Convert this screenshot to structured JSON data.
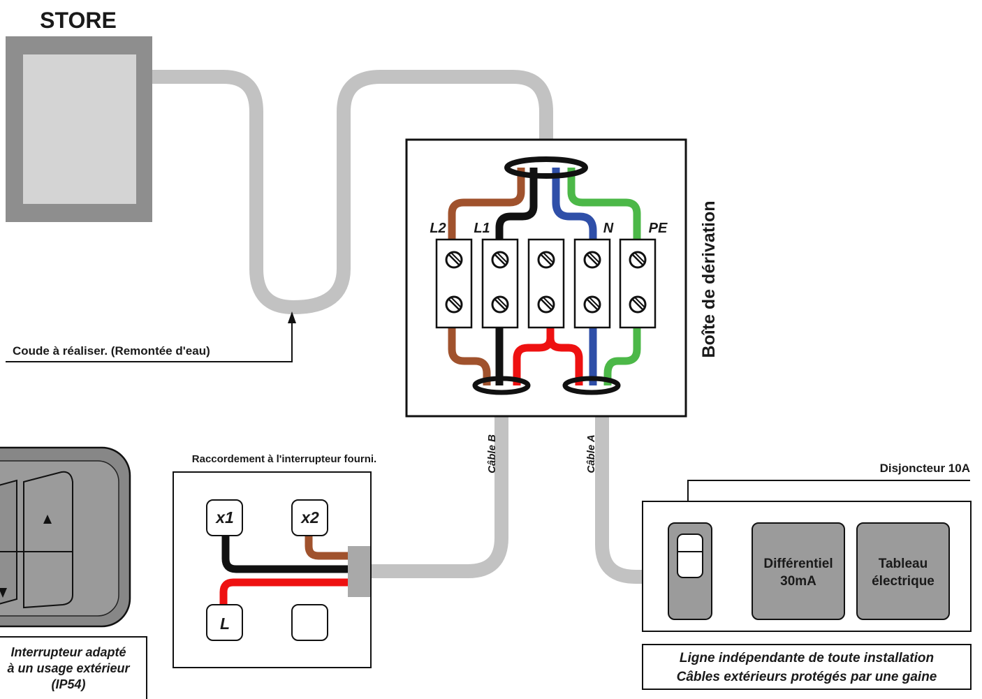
{
  "store": {
    "title": "STORE"
  },
  "elbow_note": "Coude à réaliser. (Remontée d'eau)",
  "junction_box": {
    "title": "Boîte de dérivation",
    "terminals": [
      "L2",
      "L1",
      "N",
      "PE"
    ]
  },
  "cables": {
    "b": "Câble B",
    "a": "Câble A"
  },
  "switch_wiring": {
    "title": "Raccordement à l'interrupteur fourni.",
    "terminals": [
      "x1",
      "x2",
      "L"
    ]
  },
  "switch_device": {
    "caption_line1": "Interrupteur adapté",
    "caption_line2": "à un usage extérieur",
    "caption_line3": "(IP54)"
  },
  "breaker_label": "Disjoncteur 10A",
  "panel": {
    "differential_line1": "Différentiel",
    "differential_line2": "30mA",
    "board_line1": "Tableau",
    "board_line2": "électrique"
  },
  "note_box": {
    "line1": "Ligne indépendante de toute installation",
    "line2": "Câbles extérieurs protégés par une gaine"
  },
  "colors": {
    "brown": "#a0522d",
    "black": "#111111",
    "blue": "#2f4fa8",
    "green": "#4cb848",
    "red": "#ee1111",
    "sheath": "#c2c2c2",
    "module": "#9b9b9b"
  }
}
